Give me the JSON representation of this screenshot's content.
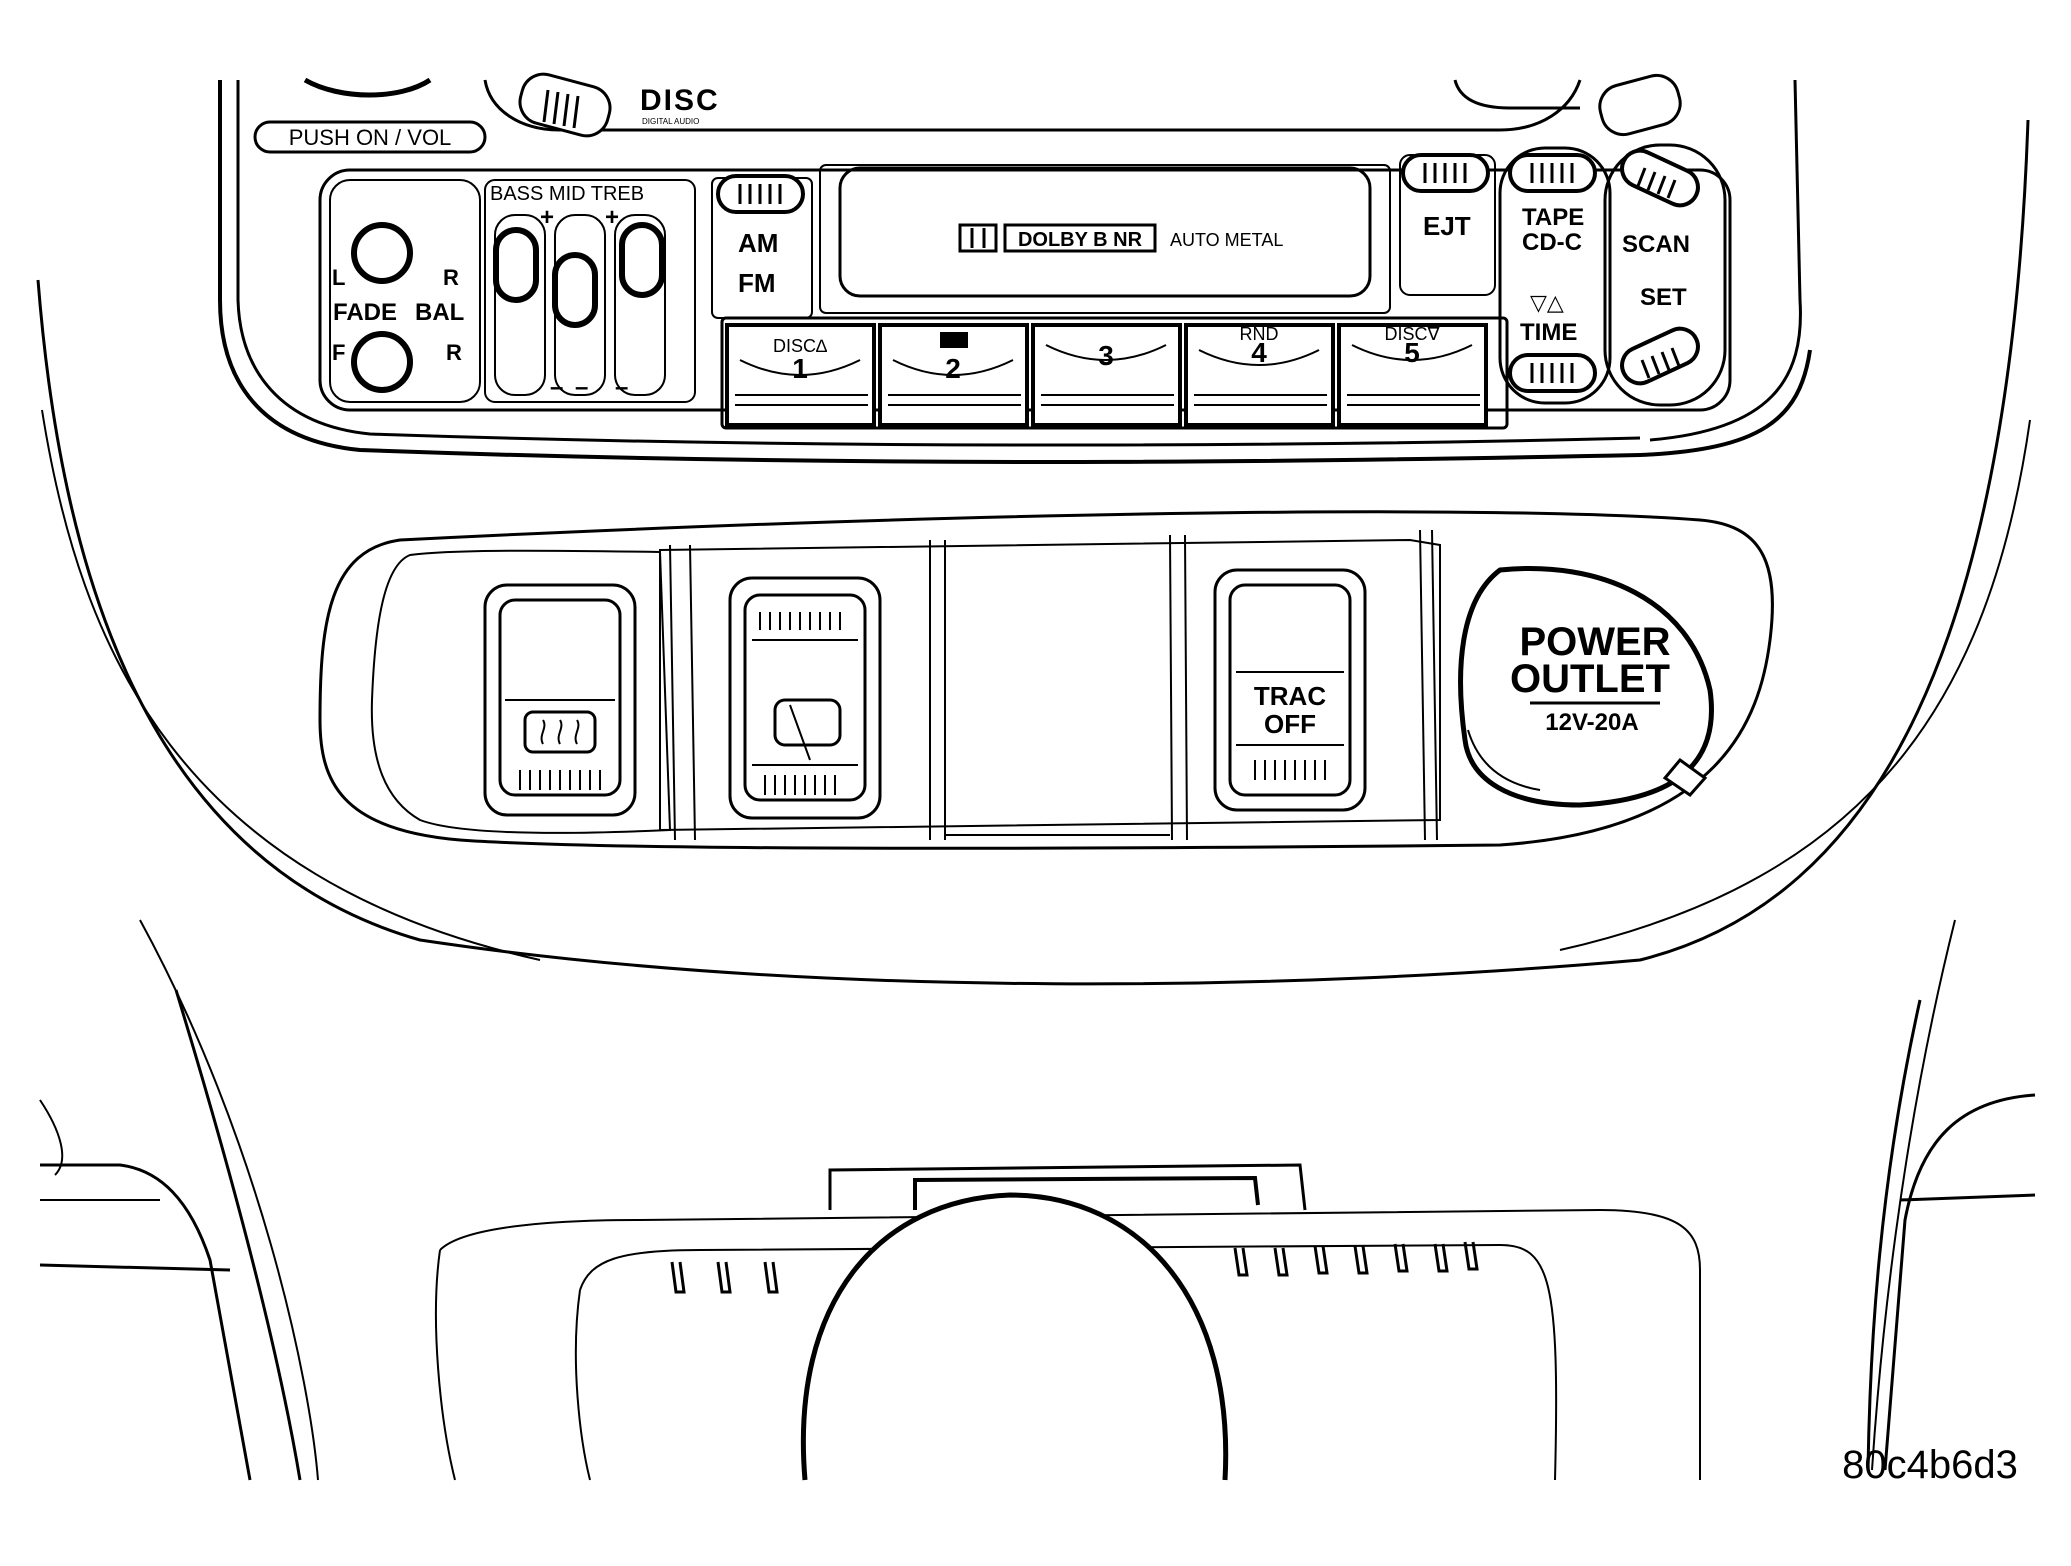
{
  "radio": {
    "brand_logo": "DISC",
    "brand_sub": "DIGITAL AUDIO",
    "push_on_vol": "PUSH ON / VOL",
    "tone_header": "BASS MID TREB",
    "plus": "+",
    "minus": "–",
    "fade_left": "L",
    "fade_right": "R",
    "fade_label": "FADE",
    "bal_label": "BAL",
    "front_label": "F",
    "rear_label": "R",
    "am": "AM",
    "fm": "FM",
    "dolby": "DOLBY B NR",
    "auto_metal": "AUTO METAL",
    "eject": "EJT",
    "tape": "TAPE",
    "cdc": "CD-C",
    "time_arrows": "▽△",
    "time": "TIME",
    "scan": "SCAN",
    "set": "SET",
    "presets": [
      {
        "top": "DISC∆",
        "num": "1"
      },
      {
        "top": "",
        "num": "2"
      },
      {
        "top": "",
        "num": "3"
      },
      {
        "top": "RND",
        "num": "4"
      },
      {
        "top": "DISC∇",
        "num": "5"
      }
    ]
  },
  "switches": {
    "trac_line1": "TRAC",
    "trac_line2": "OFF"
  },
  "outlet": {
    "line1": "POWER",
    "line2": "OUTLET",
    "rating": "12V-20A"
  },
  "figure_id": "80c4b6d3",
  "icons": {
    "rear_defrost": "rear-defrost-icon",
    "mirror": "mirror-icon",
    "dolby_logo": "dolby-double-d-icon"
  }
}
